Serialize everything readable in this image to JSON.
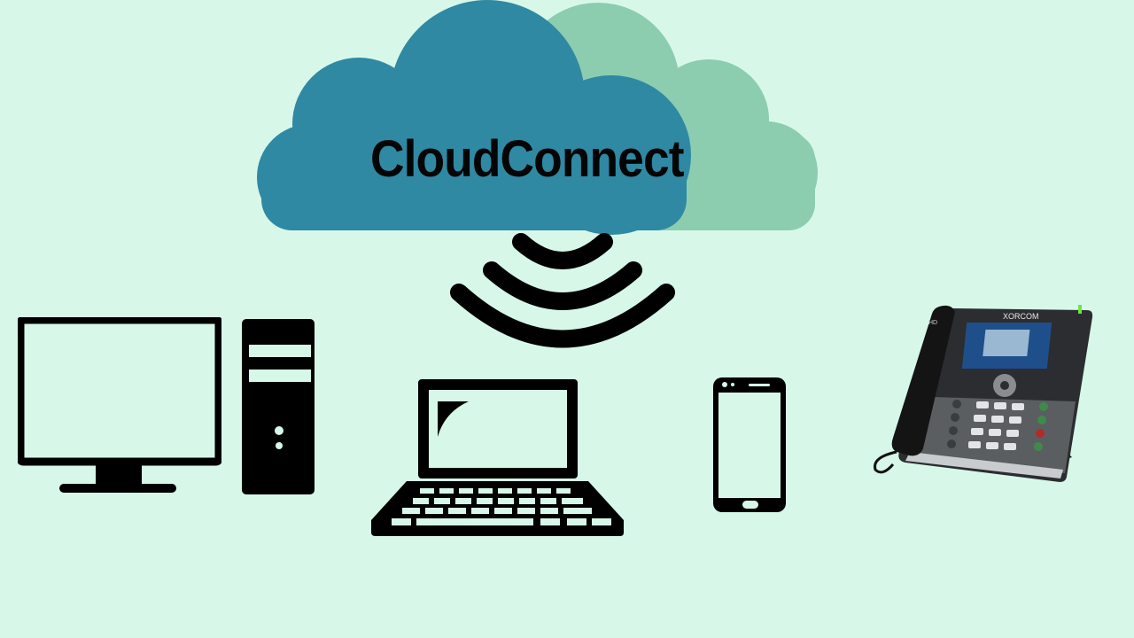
{
  "diagram": {
    "title": "CloudConnect",
    "colors": {
      "background": "#d7f8e9",
      "cloud_front": "#2f89a3",
      "cloud_back": "#8ccdb0",
      "icon": "#000000"
    },
    "cloud": {
      "label": "CloudConnect"
    },
    "signal": {
      "icon": "wireless-signal-icon",
      "arcs": 3
    },
    "devices": [
      {
        "name": "Desktop monitor",
        "icon": "monitor-icon"
      },
      {
        "name": "PC tower",
        "icon": "pc-tower-icon"
      },
      {
        "name": "Laptop",
        "icon": "laptop-icon"
      },
      {
        "name": "Smartphone",
        "icon": "smartphone-icon"
      },
      {
        "name": "IP desk phone",
        "icon": "ip-phone-icon",
        "brand": "XORCOM",
        "handset_label": "HD"
      }
    ]
  }
}
